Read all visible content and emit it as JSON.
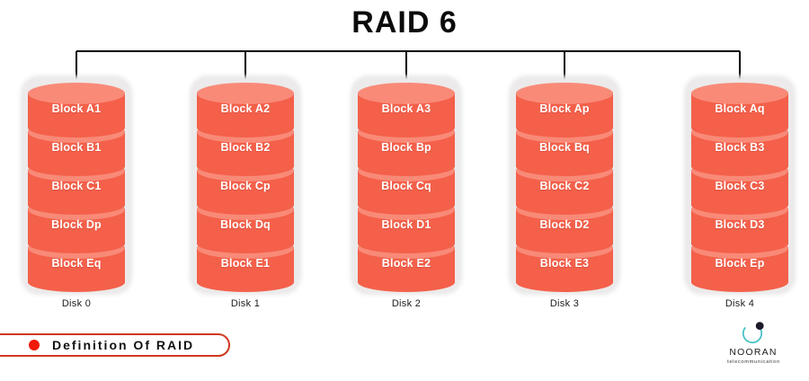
{
  "title": "RAID 6",
  "diagram": {
    "type": "raid-disk-array",
    "disk_count": 5,
    "blocks_per_disk": 5,
    "colors": {
      "block_body": "#f4604a",
      "block_top": "#f98a78",
      "stack_halo": "#eceaea",
      "connector": "#000000",
      "badge_border": "#cf3920",
      "badge_dot": "#f01a07",
      "logo_ring": "#3fbfc4",
      "logo_dot": "#1b1b2b",
      "title": "#0b0b0b"
    },
    "disks": [
      {
        "name": "Disk 0",
        "blocks": [
          "Block A1",
          "Block B1",
          "Block C1",
          "Block Dp",
          "Block Eq"
        ]
      },
      {
        "name": "Disk 1",
        "blocks": [
          "Block A2",
          "Block B2",
          "Block Cp",
          "Block Dq",
          "Block E1"
        ]
      },
      {
        "name": "Disk 2",
        "blocks": [
          "Block A3",
          "Block Bp",
          "Block Cq",
          "Block D1",
          "Block E2"
        ]
      },
      {
        "name": "Disk 3",
        "blocks": [
          "Block Ap",
          "Block Bq",
          "Block C2",
          "Block D2",
          "Block E3"
        ]
      },
      {
        "name": "Disk 4",
        "blocks": [
          "Block Aq",
          "Block B3",
          "Block C3",
          "Block D3",
          "Block Ep"
        ]
      }
    ]
  },
  "badge": {
    "label": "Definition Of RAID",
    "dot_icon": "bullet-dot-icon"
  },
  "logo": {
    "name": "NOORAN",
    "tagline": "telecommunication",
    "mark_icon": "nooran-ring-icon"
  }
}
